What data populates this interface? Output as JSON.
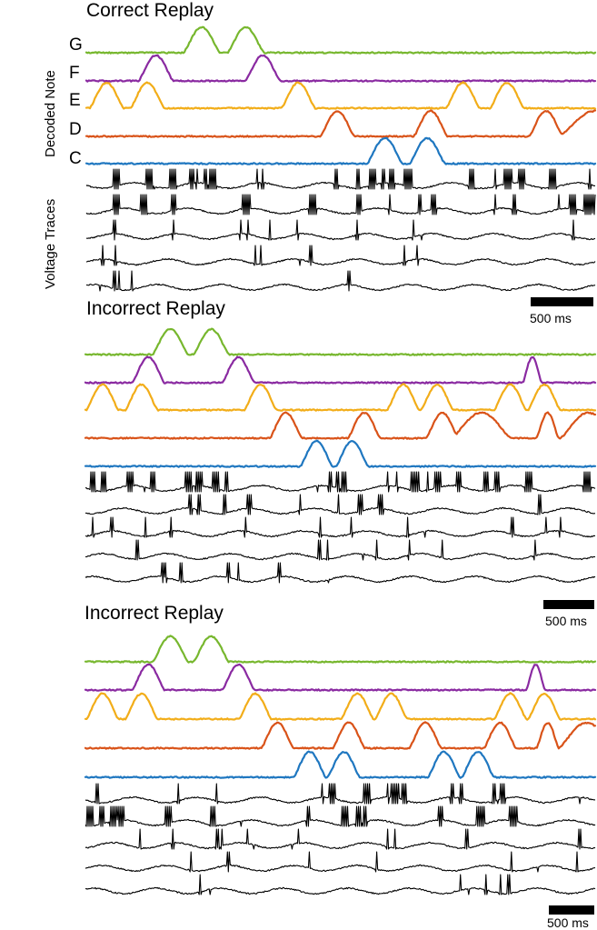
{
  "chart_data": [
    {
      "type": "line",
      "title": "Correct Replay",
      "ylabel": "Decoded Note",
      "voltage_label": "Voltage Traces",
      "scalebar": "500 ms",
      "notes": [
        "G",
        "F",
        "E",
        "D",
        "C"
      ],
      "x_range": [
        0,
        3000
      ],
      "series": [
        {
          "name": "G",
          "color": "#77b72e",
          "bumps": [
            [
              680,
              215
            ],
            [
              940,
              215
            ]
          ]
        },
        {
          "name": "F",
          "color": "#8a2aa1",
          "bumps": [
            [
              410,
              205
            ],
            [
              1040,
              205
            ]
          ]
        },
        {
          "name": "E",
          "color": "#f2ad19",
          "bumps": [
            [
              120,
              200
            ],
            [
              360,
              200
            ],
            [
              1250,
              200
            ],
            [
              2220,
              200
            ],
            [
              2480,
              200
            ]
          ]
        },
        {
          "name": "D",
          "color": "#d95319",
          "bumps": [
            [
              1480,
              200
            ],
            [
              2030,
              200
            ],
            [
              2710,
              200
            ],
            [
              3000,
              430
            ]
          ]
        },
        {
          "name": "C",
          "color": "#1f77c0",
          "bumps": [
            [
              1760,
              210
            ],
            [
              2010,
              210
            ]
          ]
        }
      ]
    },
    {
      "type": "line",
      "title": "Incorrect Replay",
      "scalebar": "500 ms",
      "notes": [
        "G",
        "F",
        "E",
        "D",
        "C"
      ],
      "x_range": [
        0,
        3000
      ],
      "series": [
        {
          "name": "G",
          "color": "#77b72e",
          "bumps": [
            [
              500,
              210
            ],
            [
              740,
              210
            ]
          ]
        },
        {
          "name": "F",
          "color": "#8a2aa1",
          "bumps": [
            [
              370,
              190
            ],
            [
              900,
              190
            ],
            [
              2630,
              110
            ]
          ]
        },
        {
          "name": "E",
          "color": "#f2ad19",
          "bumps": [
            [
              100,
              190
            ],
            [
              330,
              190
            ],
            [
              1030,
              190
            ],
            [
              1870,
              190
            ],
            [
              2070,
              190
            ],
            [
              2500,
              190
            ],
            [
              2700,
              190
            ]
          ]
        },
        {
          "name": "D",
          "color": "#d95319",
          "bumps": [
            [
              1180,
              190
            ],
            [
              1640,
              190
            ],
            [
              2100,
              190
            ],
            [
              2330,
              350
            ],
            [
              2720,
              130
            ],
            [
              2960,
              330
            ]
          ]
        },
        {
          "name": "C",
          "color": "#1f77c0",
          "bumps": [
            [
              1360,
              190
            ],
            [
              1570,
              190
            ]
          ]
        }
      ]
    },
    {
      "type": "line",
      "title": "Incorrect Replay",
      "scalebar": "500 ms",
      "notes": [
        "G",
        "F",
        "E",
        "D",
        "C"
      ],
      "x_range": [
        0,
        3000
      ],
      "series": [
        {
          "name": "G",
          "color": "#77b72e",
          "bumps": [
            [
              500,
              210
            ],
            [
              740,
              210
            ]
          ]
        },
        {
          "name": "F",
          "color": "#8a2aa1",
          "bumps": [
            [
              370,
              190
            ],
            [
              900,
              190
            ],
            [
              2650,
              110
            ]
          ]
        },
        {
          "name": "E",
          "color": "#f2ad19",
          "bumps": [
            [
              100,
              190
            ],
            [
              330,
              190
            ],
            [
              1000,
              190
            ],
            [
              1600,
              190
            ],
            [
              1800,
              190
            ],
            [
              2500,
              190
            ],
            [
              2700,
              190
            ]
          ]
        },
        {
          "name": "D",
          "color": "#d95319",
          "bumps": [
            [
              1130,
              190
            ],
            [
              1550,
              190
            ],
            [
              2000,
              190
            ],
            [
              2440,
              190
            ],
            [
              2720,
              130
            ],
            [
              2950,
              330
            ]
          ]
        },
        {
          "name": "C",
          "color": "#1f77c0",
          "bumps": [
            [
              1320,
              190
            ],
            [
              1520,
              190
            ],
            [
              2110,
              190
            ],
            [
              2310,
              190
            ]
          ]
        }
      ]
    }
  ]
}
